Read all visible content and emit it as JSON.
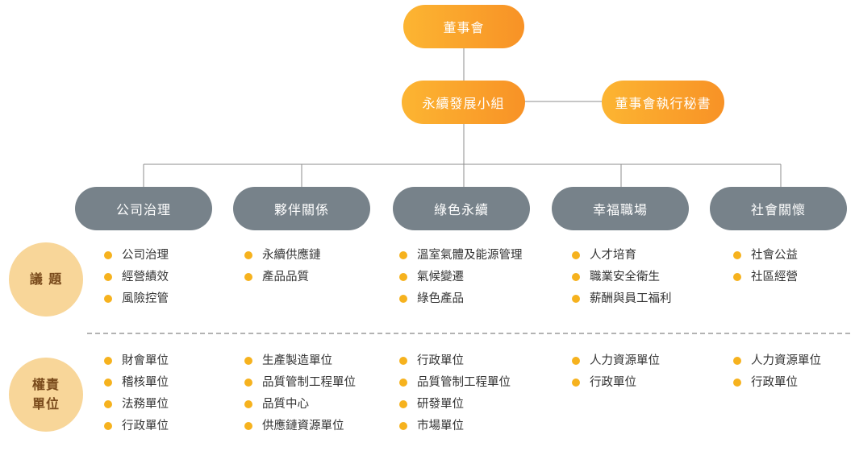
{
  "top_node": {
    "label": "董事會"
  },
  "committee_node": {
    "label": "永續發展小組"
  },
  "secretary_node": {
    "label": "董事會執行秘書"
  },
  "pillars": [
    {
      "label": "公司治理",
      "issues": [
        "公司治理",
        "經營績效",
        "風險控管"
      ],
      "units": [
        "財會單位",
        "稽核單位",
        "法務單位",
        "行政單位"
      ]
    },
    {
      "label": "夥伴關係",
      "issues": [
        "永續供應鏈",
        "產品品質"
      ],
      "units": [
        "生產製造單位",
        "品質管制工程單位",
        "品質中心",
        "供應鏈資源單位"
      ]
    },
    {
      "label": "綠色永續",
      "issues": [
        "溫室氣體及能源管理",
        "氣候變遷",
        "綠色產品"
      ],
      "units": [
        "行政單位",
        "品質管制工程單位",
        "研發單位",
        "市場單位"
      ]
    },
    {
      "label": "幸福職場",
      "issues": [
        "人才培育",
        "職業安全衛生",
        "薪酬與員工福利"
      ],
      "units": [
        "人力資源單位",
        "行政單位"
      ]
    },
    {
      "label": "社會關懷",
      "issues": [
        "社會公益",
        "社區經營"
      ],
      "units": [
        "人力資源單位",
        "行政單位"
      ]
    }
  ],
  "row_labels": {
    "issues": [
      "議 題"
    ],
    "units": [
      "權責",
      "單位"
    ]
  },
  "colors": {
    "orange_start": "#fcb532",
    "orange_end": "#f89226",
    "gray_node": "#77828a",
    "bullet": "#f6b21e",
    "circle_bg": "#f8d699",
    "circle_text": "#7a4b1c"
  }
}
